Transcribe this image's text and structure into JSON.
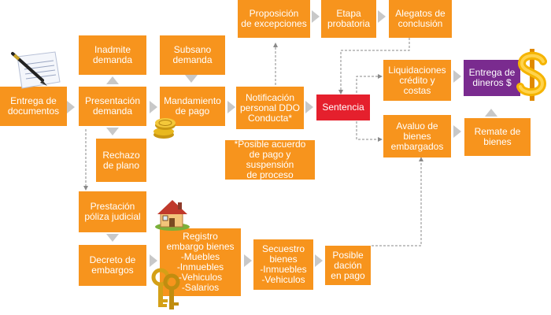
{
  "nodes": {
    "entrega_documentos": "Entrega de\ndocumentos",
    "inadmite": "Inadmite\ndemanda",
    "subsano": "Subsano\ndemanda",
    "presentacion": "Presentación\ndemanda",
    "mandamiento": "Mandamiento\nde pago",
    "notificacion": "Notificación\npersonal DDO\nConducta*",
    "rechazo": "Rechazo\nde plano",
    "acuerdo": "*Posible acuerdo\nde pago y suspensión\nde proceso",
    "proposicion": "Proposición\nde excepciones",
    "etapa": "Etapa\nprobatoria",
    "alegatos": "Alegatos de\nconclusión",
    "sentencia": "Sentencia",
    "liquidaciones": "Liquidaciones\ncrédito y\ncostas",
    "entrega_dineros": "Entrega de\ndineros $",
    "avaluo": "Avaluo de\nbienes\nembargados",
    "remate": "Remate de\nbienes",
    "prestacion": "Prestación\npóliza judicial",
    "decreto": "Decreto de\nembargos",
    "registro": "Registro\nembargo bienes\n-Muebles\n-Inmuebles\n-Vehiculos\n-Salarios",
    "secuestro": "Secuestro\nbienes\n-Inmuebles\n-Vehiculos",
    "dacion": "Posible\ndación\nen pago"
  },
  "colors": {
    "box": "#f7941d",
    "sentencia": "#e5202d",
    "entrega_dineros": "#7a2b8f",
    "arrow": "#c8c8c8",
    "dash": "#8a8a8a"
  }
}
